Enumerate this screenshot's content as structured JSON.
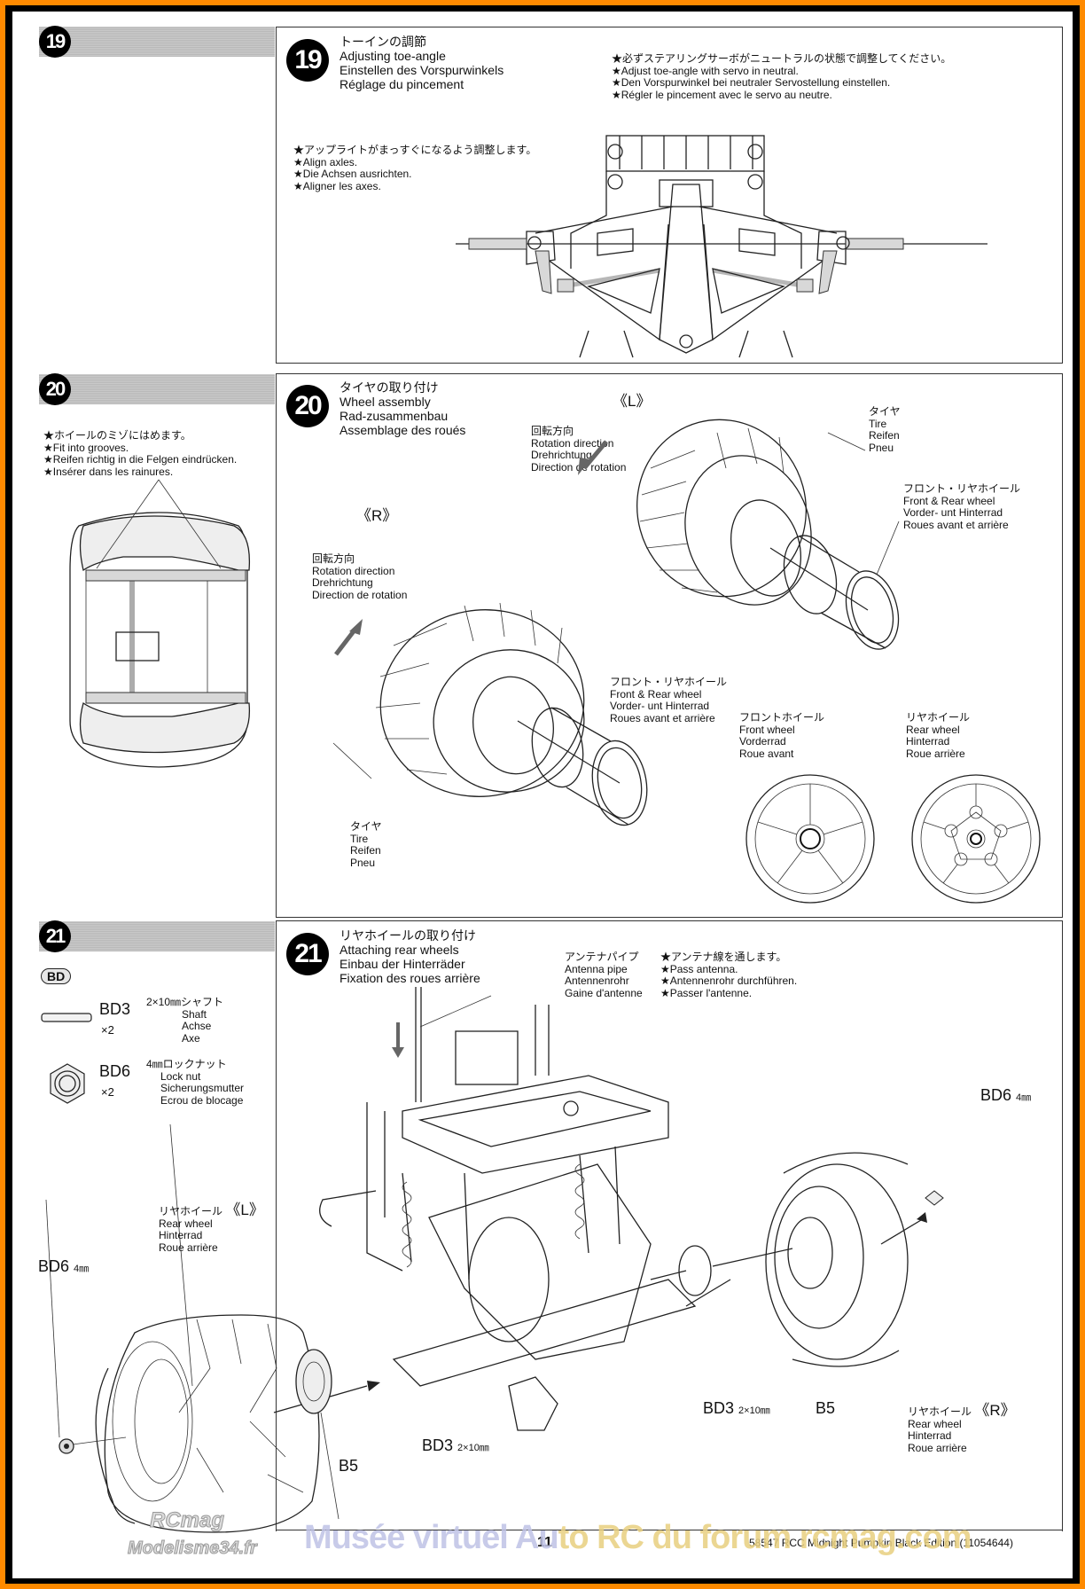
{
  "step19": {
    "number": "19",
    "title_jp": "トーインの調節",
    "title_en": "Adjusting toe-angle",
    "title_de": "Einstellen des Vorspurwinkels",
    "title_fr": "Réglage du pincement",
    "note_servo": [
      "★必ずステアリングサーボがニュートラルの状態で調整してください。",
      "★Adjust toe-angle with servo in neutral.",
      "★Den Vorspurwinkel bei neutraler Servostellung einstellen.",
      "★Régler le pincement avec le servo au neutre."
    ],
    "note_axles": [
      "★アップライトがまっすぐになるよう調整します。",
      "★Align axles.",
      "★Die Achsen ausrichten.",
      "★Aligner les axes."
    ]
  },
  "step20": {
    "number": "20",
    "title_jp": "タイヤの取り付け",
    "title_en": "Wheel assembly",
    "title_de": "Rad-zusammenbau",
    "title_fr": "Assemblage des roués",
    "side_note": [
      "★ホイールのミゾにはめます。",
      "★Fit into grooves.",
      "★Reifen richtig in die Felgen eindrücken.",
      "★Insérer dans les rainures."
    ],
    "left_marker": "《L》",
    "right_marker": "《R》",
    "rotation_label": [
      "回転方向",
      "Rotation direction",
      "Drehrichtung",
      "Direction de rotation"
    ],
    "tire_label": [
      "タイヤ",
      "Tire",
      "Reifen",
      "Pneu"
    ],
    "wheel_label": [
      "フロント・リヤホイール",
      "Front & Rear wheel",
      "Vorder- unt Hinterrad",
      "Roues avant et arrière"
    ],
    "front_wheel_label": [
      "フロントホイール",
      "Front wheel",
      "Vorderrad",
      "Roue avant"
    ],
    "rear_wheel_label": [
      "リヤホイール",
      "Rear wheel",
      "Hinterrad",
      "Roue arrière"
    ]
  },
  "step21": {
    "number": "21",
    "title_jp": "リヤホイールの取り付け",
    "title_en": "Attaching rear wheels",
    "title_de": "Einbau der Hinterräder",
    "title_fr": "Fixation des roues arrière",
    "bag": "BD",
    "parts": [
      {
        "code": "BD3",
        "qty": "×2",
        "size": "2×10㎜シャフト",
        "names": [
          "Shaft",
          "Achse",
          "Axe"
        ]
      },
      {
        "code": "BD6",
        "qty": "×2",
        "size": "4㎜ロックナット",
        "names": [
          "Lock nut",
          "Sicherungsmutter",
          "Ecrou de blocage"
        ]
      }
    ],
    "antenna_label": [
      "アンテナパイプ",
      "Antenna pipe",
      "Antennenrohr",
      "Gaine d'antenne"
    ],
    "antenna_note": [
      "★アンテナ線を通します。",
      "★Pass antenna.",
      "★Antennenrohr durchführen.",
      "★Passer l'antenne."
    ],
    "rear_wheel_left": {
      "jp": "リヤホイール",
      "marker": "《L》",
      "lines": [
        "Rear wheel",
        "Hinterrad",
        "Roue arrière"
      ]
    },
    "rear_wheel_right": {
      "jp": "リヤホイール",
      "marker": "《R》",
      "lines": [
        "Rear wheel",
        "Hinterrad",
        "Roue arrière"
      ]
    },
    "callouts": {
      "bd6_left": "BD6",
      "bd6_left_size": "4㎜",
      "bd6_right": "BD6",
      "bd6_right_size": "4㎜",
      "bd3_left": "BD3",
      "bd3_left_size": "2×10㎜",
      "bd3_right": "BD3",
      "bd3_right_size": "2×10㎜",
      "b5_left": "B5",
      "b5_right": "B5"
    }
  },
  "footer": {
    "page_number": "11",
    "product": "58547  RCC Midnight Pumpkin Black Edition (11054644)"
  },
  "watermark": {
    "main_a": "Musée virtuel Au",
    "main_b": "to RC du forum rcmag.com",
    "logo_top": "RCmag",
    "logo_bottom": "Modelisme34.fr"
  },
  "colors": {
    "border_outer": "#ff8a00",
    "border_inner": "#000000"
  }
}
